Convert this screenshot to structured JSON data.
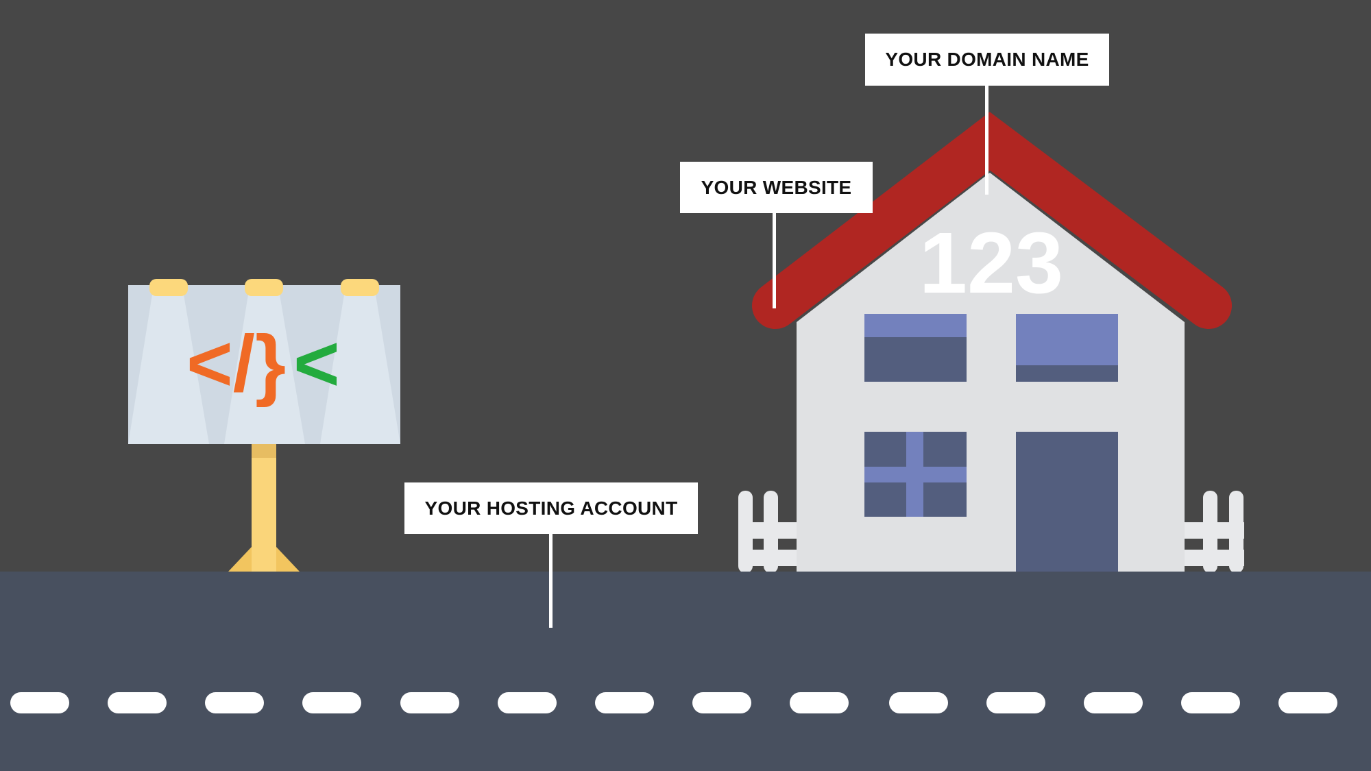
{
  "labels": {
    "domain_name": "YOUR DOMAIN NAME",
    "website": "YOUR WEBSITE",
    "hosting_account": "YOUR HOSTING ACCOUNT"
  },
  "house": {
    "number": "123"
  },
  "billboard": {
    "code_orange": "</}",
    "code_green": "<"
  },
  "colors": {
    "background": "#474747",
    "road": "#48505f",
    "road_marking": "#ffffff",
    "roof": "#b02622",
    "house_wall": "#e0e1e3",
    "window_dark": "#535e7e",
    "window_light": "#7381bd",
    "billboard_board": "#dbe4ec",
    "billboard_post": "#fad57a",
    "billboard_lamp": "#fcd87c",
    "code_orange": "#f06a25",
    "code_green": "#23ab3e",
    "fence": "#e8e9eb",
    "callout_bg": "#ffffff",
    "callout_text": "#111111"
  },
  "icons": [
    "billboard-icon",
    "house-icon",
    "road-icon",
    "fence-icon"
  ]
}
